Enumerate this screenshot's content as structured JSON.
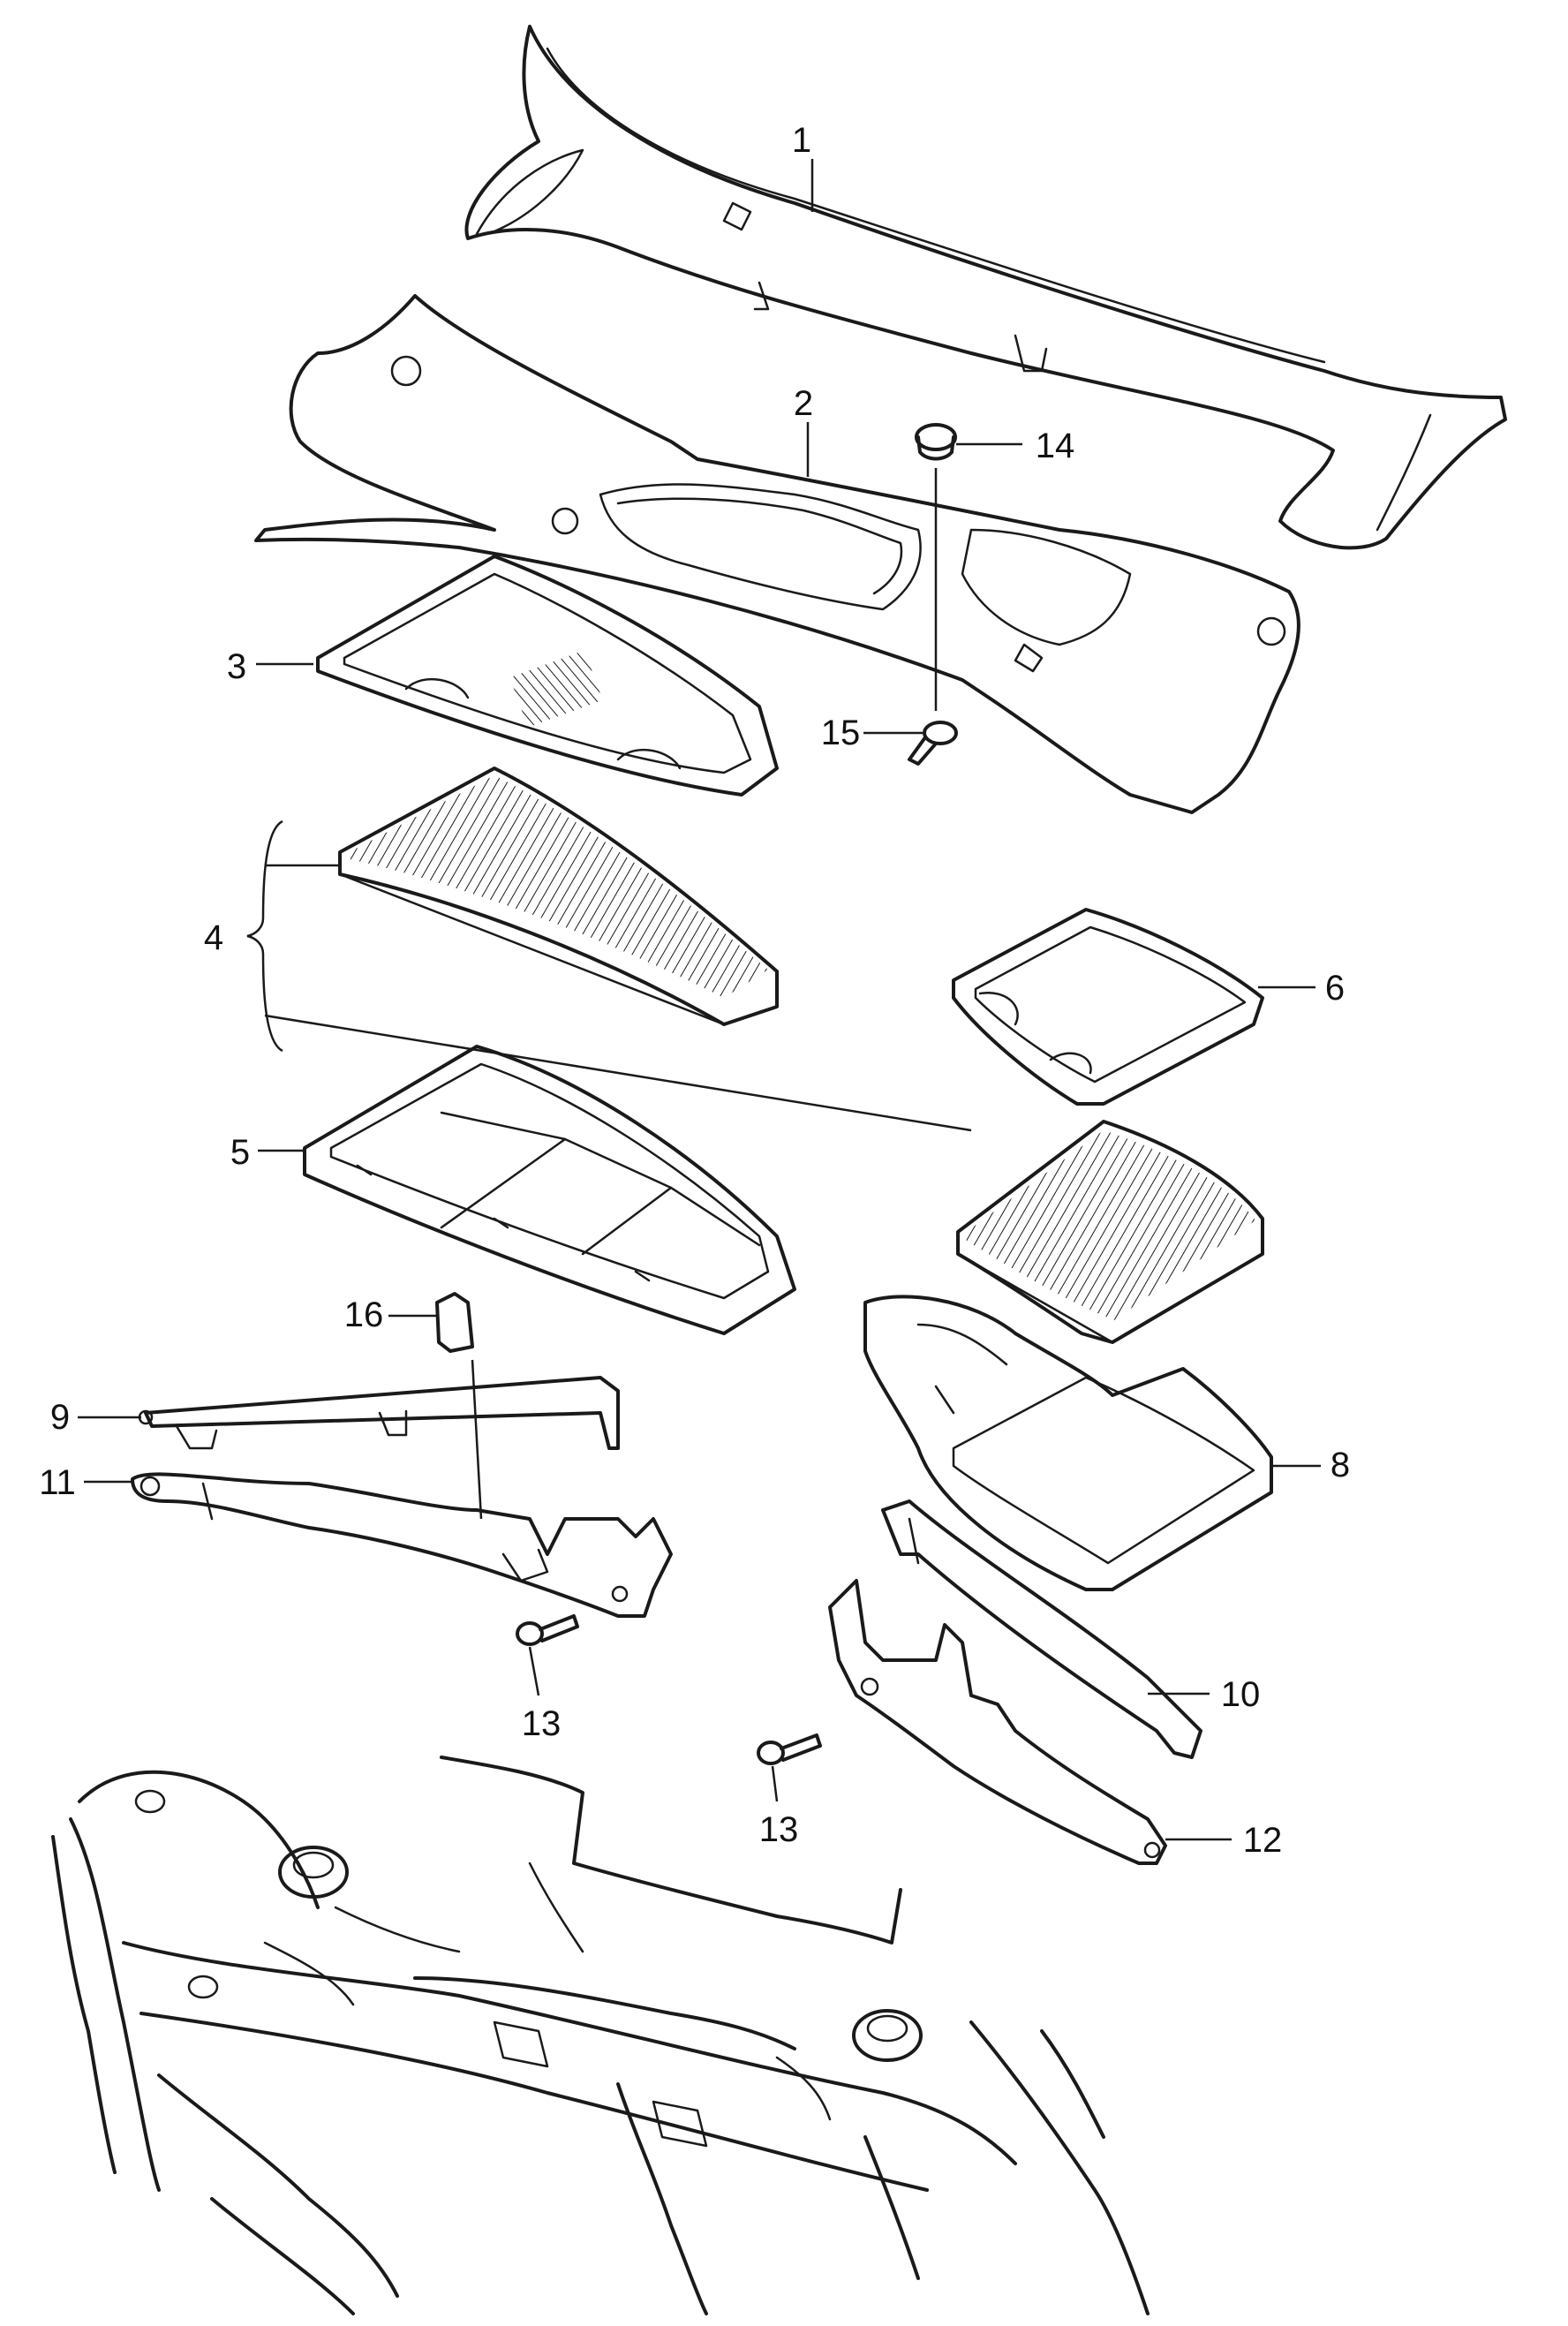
{
  "callouts": {
    "c1": "1",
    "c2": "2",
    "c3": "3",
    "c4": "4",
    "c5": "5",
    "c6": "6",
    "c8": "8",
    "c9": "9",
    "c10": "10",
    "c11": "11",
    "c12": "12",
    "c13a": "13",
    "c13b": "13",
    "c14": "14",
    "c15": "15",
    "c16": "16"
  },
  "colors": {
    "line": "#1a1a1a",
    "background": "#ffffff"
  }
}
